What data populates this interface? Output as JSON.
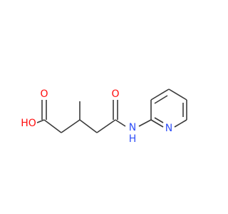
{
  "molecule": {
    "atoms": {
      "carbonyl_o_acid": "O",
      "hydroxyl": "HO",
      "carbonyl_o_amide": "O",
      "amide_n": "N",
      "amide_h": "H",
      "pyridine_n": "N"
    }
  },
  "colors": {
    "bond": "#3a3a3a",
    "oxygen": "#ff0d0d",
    "nitrogen": "#3050f8"
  }
}
